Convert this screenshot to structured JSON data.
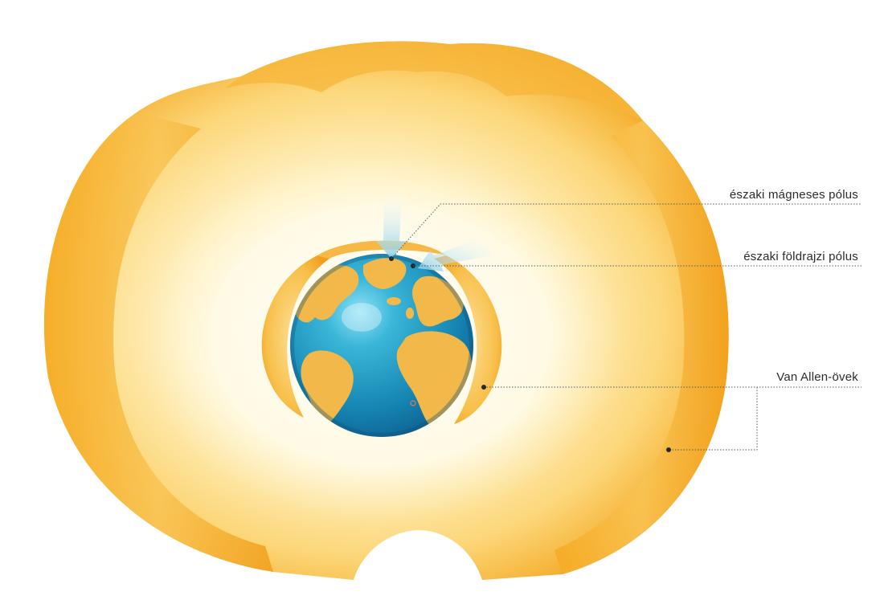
{
  "labels": {
    "north_magnetic_pole": "északi mágneses pólus",
    "north_geographic_pole": "északi földrajzi pólus",
    "van_allen_belts": "Van Allen-övek"
  },
  "colors": {
    "belt_outer": "#f2a21c",
    "belt_mid": "#f8c654",
    "belt_light": "#fff3c9",
    "ocean": "#1d90bd",
    "land": "#f2b94a",
    "leader_line": "#4a5a66",
    "arrow": "#a9d8ea"
  }
}
